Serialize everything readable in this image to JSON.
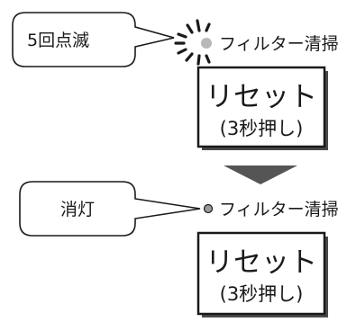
{
  "top": {
    "callout": "5回点滅",
    "indicator_label": "フィルター清掃",
    "indicator_state": "blinking",
    "button": {
      "main": "リセット",
      "sub": "(3秒押し)"
    }
  },
  "bottom": {
    "callout": "消灯",
    "indicator_label": "フィルター清掃",
    "indicator_state": "off",
    "button": {
      "main": "リセット",
      "sub": "(3秒押し)"
    }
  },
  "colors": {
    "stroke": "#1a1a1a",
    "blink_led": "#b8b8b8",
    "off_led": "#9a9a9a",
    "arrow": "#555555",
    "shadow": "#4a4a4a"
  },
  "icons": {
    "transition": "down-arrow-icon",
    "blink": "blink-rays-icon"
  }
}
